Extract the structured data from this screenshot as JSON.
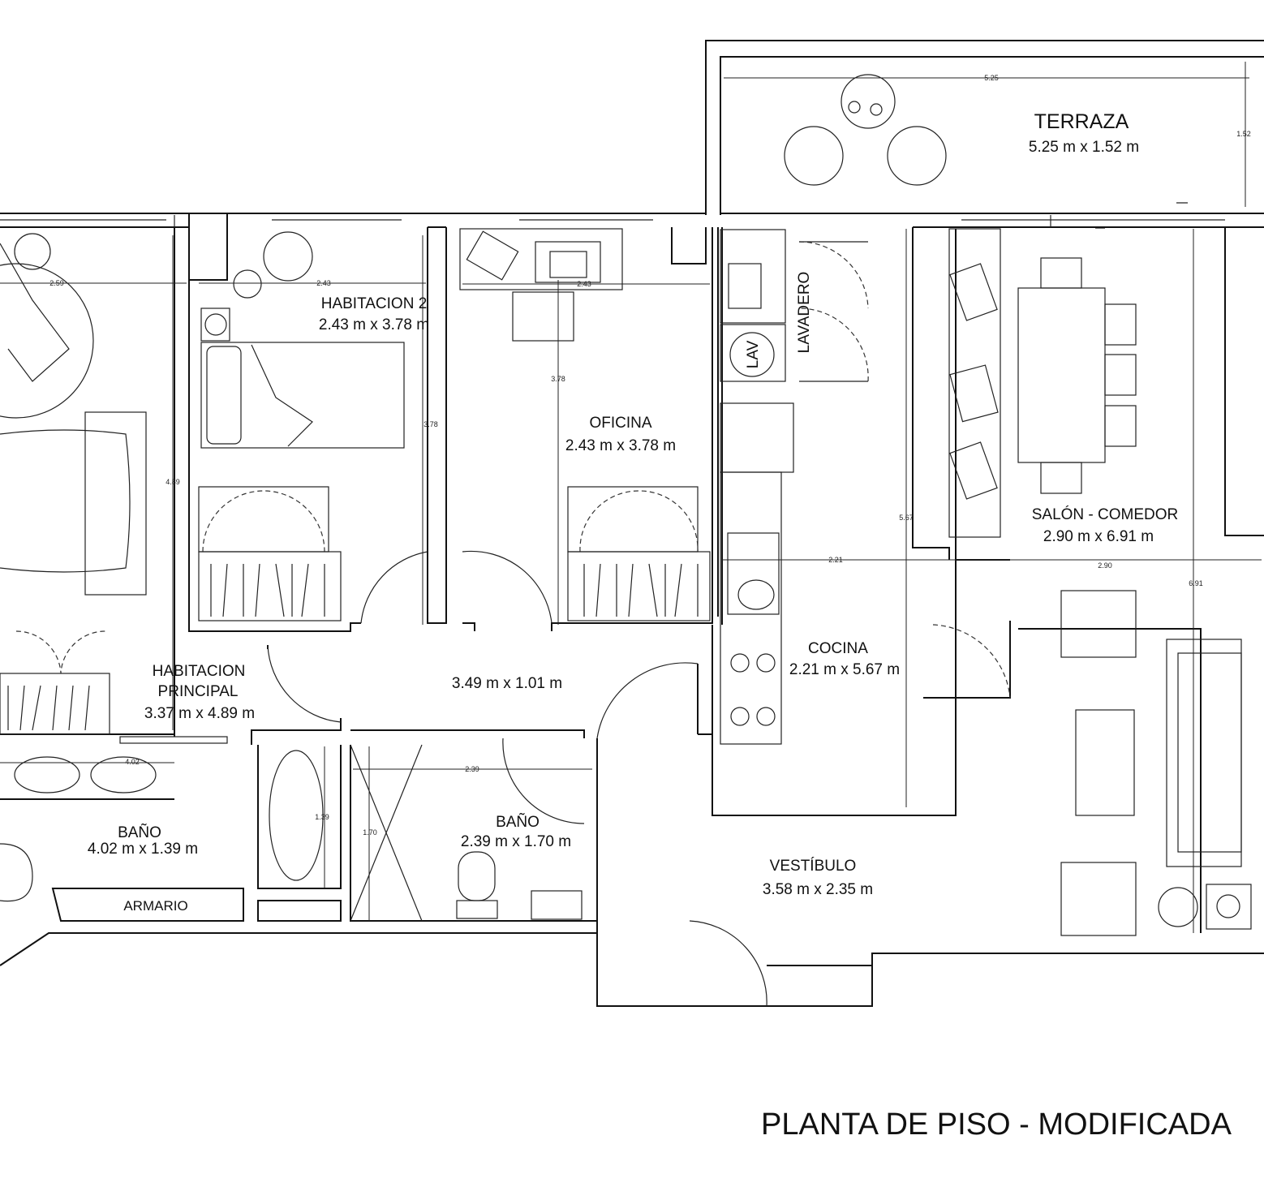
{
  "title": "PLANTA DE PISO - MODIFICADA",
  "rooms": {
    "terraza": {
      "name": "TERRAZA",
      "size": "5.25 m x 1.52 m"
    },
    "habitacion2": {
      "name": "HABITACION 2",
      "size": "2.43 m x 3.78 m"
    },
    "oficina": {
      "name": "OFICINA",
      "size": "2.43 m x 3.78 m"
    },
    "lavadero": {
      "name": "LAVADERO",
      "appliance": "LAV"
    },
    "salon": {
      "name": "SALÓN - COMEDOR",
      "size": "2.90 m x 6.91 m"
    },
    "habitacion_principal": {
      "name_line1": "HABITACION",
      "name_line2": "PRINCIPAL",
      "size": "3.37 m x 4.89 m"
    },
    "pasillo": {
      "size": "3.49 m x 1.01 m"
    },
    "cocina": {
      "name": "COCINA",
      "size": "2.21 m x 5.67 m"
    },
    "bano1": {
      "name": "BAÑO",
      "size": "4.02 m x 1.39 m"
    },
    "armario": {
      "name": "ARMARIO"
    },
    "bano2": {
      "name": "BAÑO",
      "size": "2.39 m x 1.70 m"
    },
    "vestibulo": {
      "name": "VESTÍBULO",
      "size": "3.58 m x 2.35 m"
    }
  },
  "dimensions": {
    "terraza_w": "5.25",
    "terraza_h": "1.52",
    "hab_principal_w": "2.59",
    "hab_principal_h": "4.89",
    "hab2_w": "2.43",
    "hab2_h": "3.78",
    "oficina_w": "2.43",
    "oficina_h": "3.78",
    "cocina_w": "2.21",
    "cocina_h": "5.67",
    "salon_w": "2.90",
    "salon_h": "6.91",
    "bano1_w": "4.02",
    "bano1_h": "1.39",
    "bano2_w": "2.39",
    "bano2_h": "1.70"
  }
}
